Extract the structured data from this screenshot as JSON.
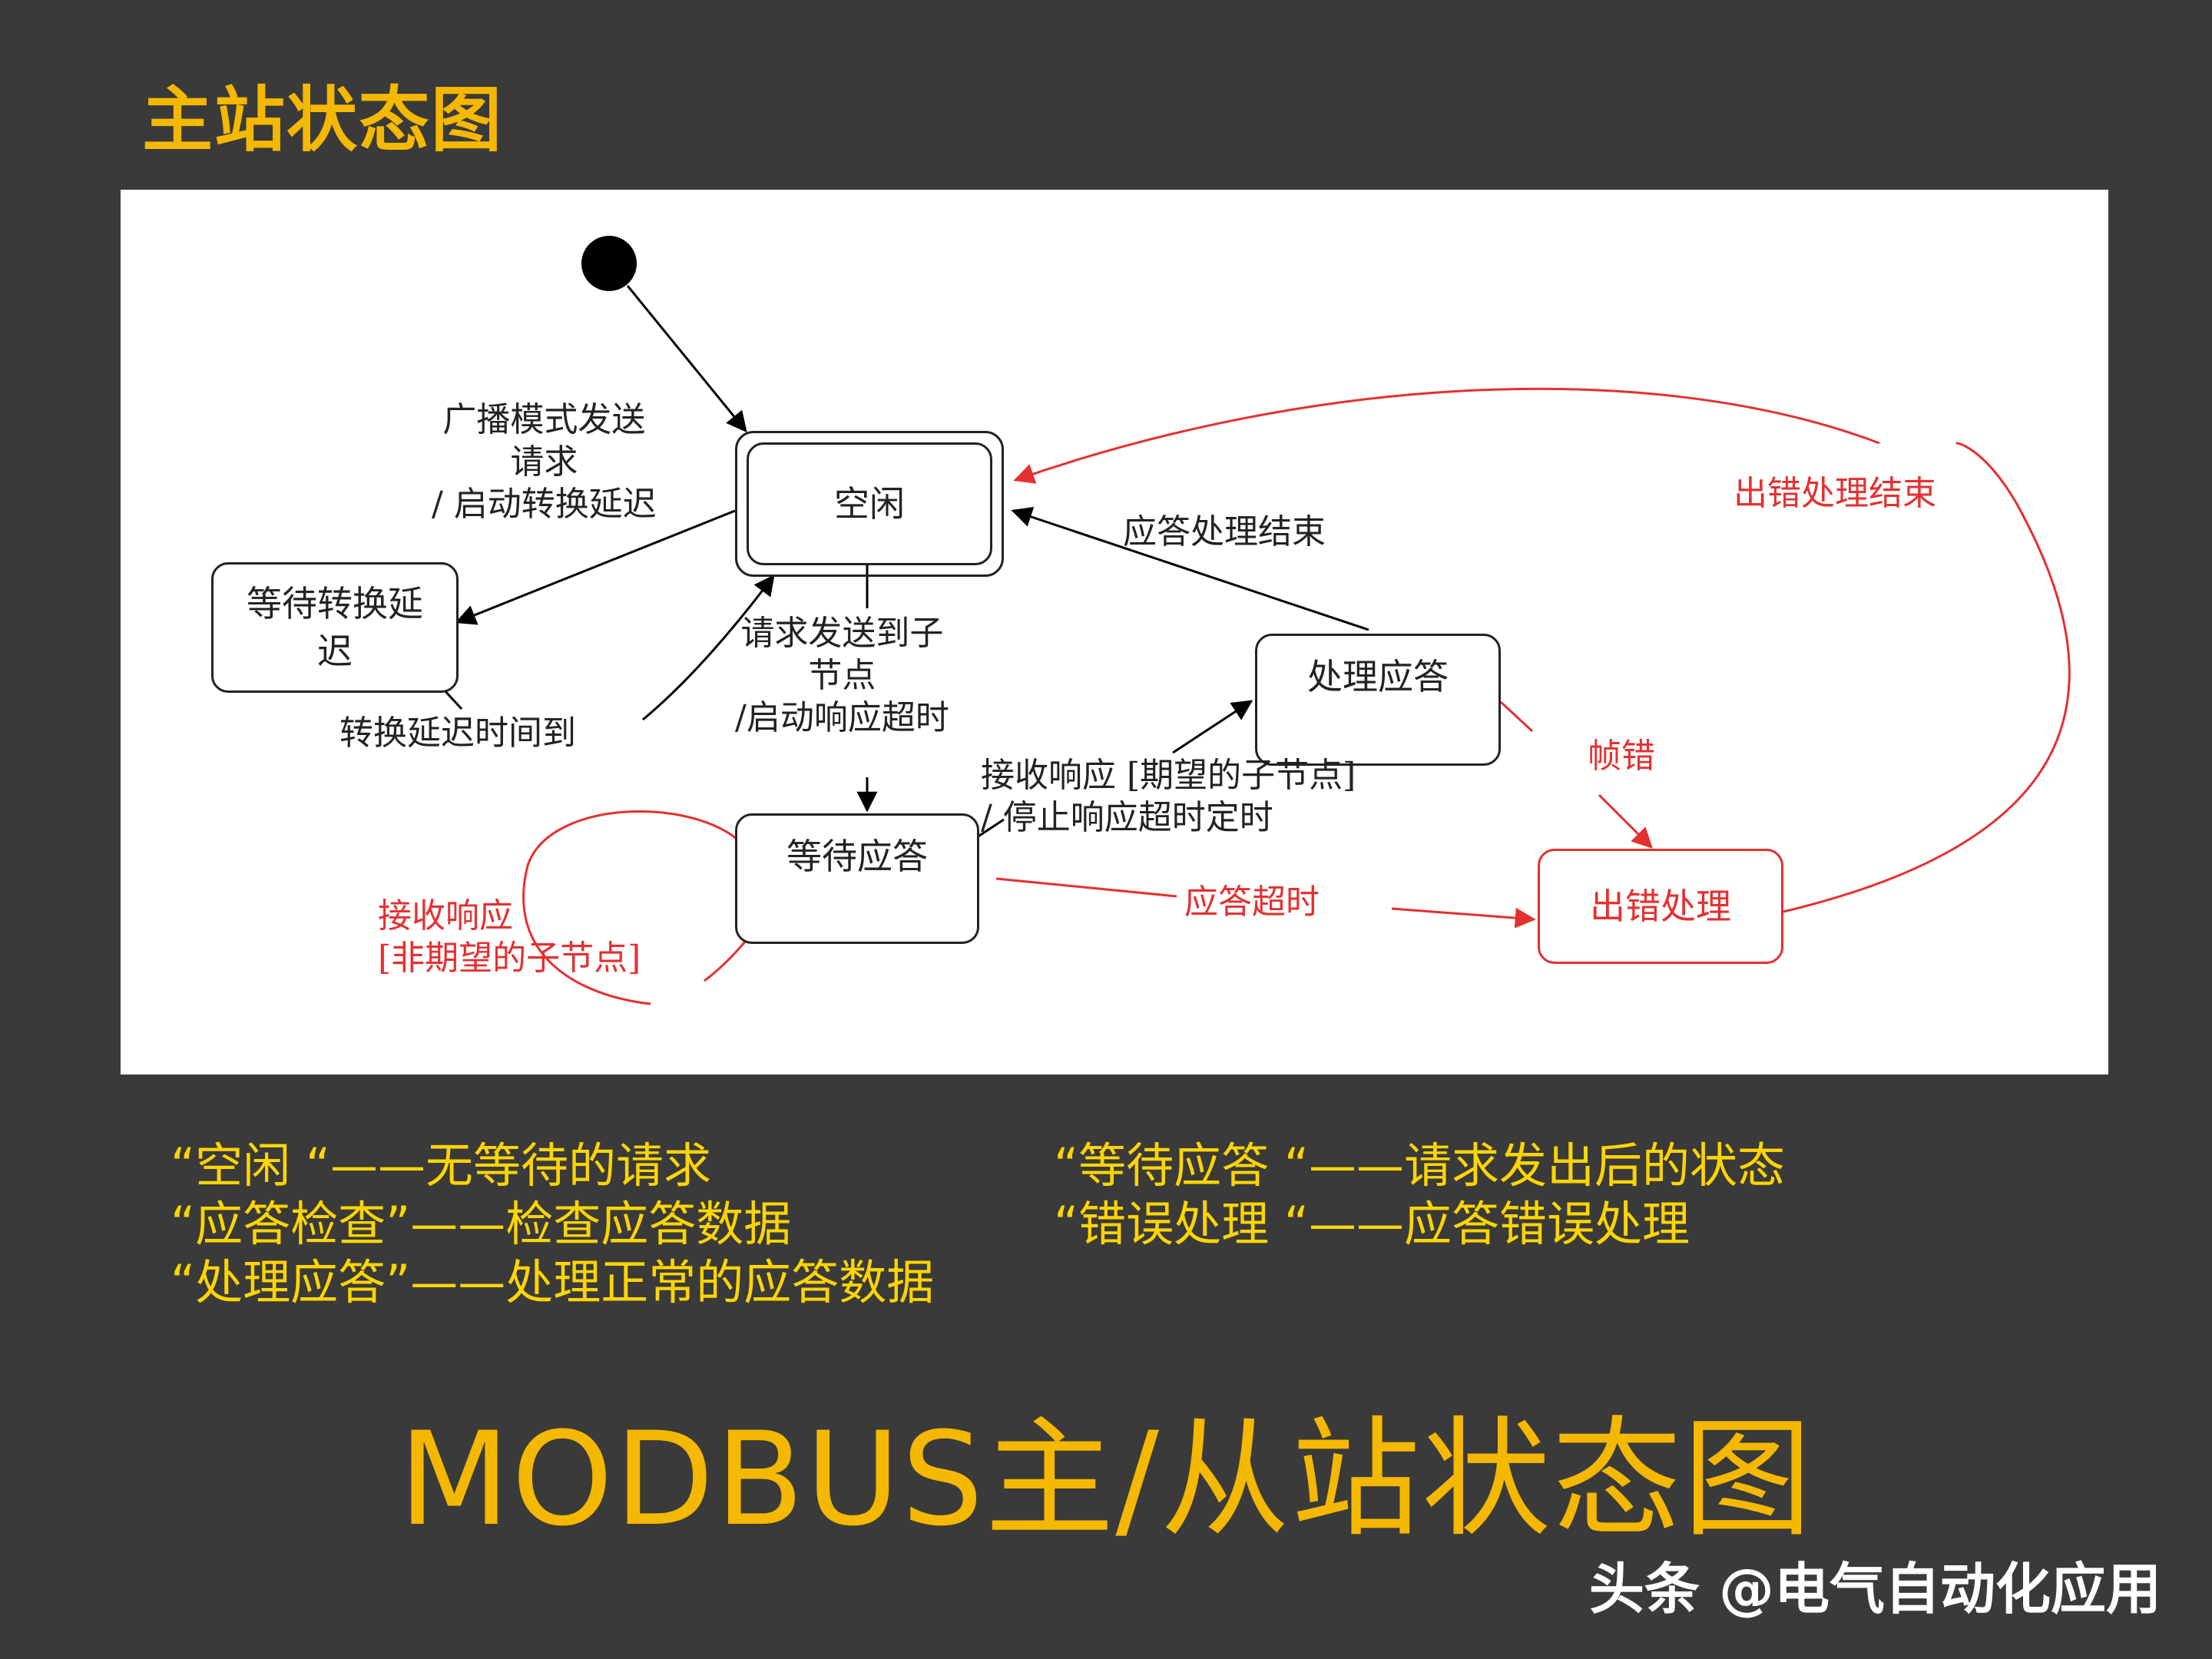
{
  "slide": {
    "title": "主站状态图",
    "big_title": "MODBUS主/从站状态图",
    "watermark": "头条 @电气自动化应用"
  },
  "diagram": {
    "states": {
      "idle": "空闲",
      "wait_delay": "等待转换延\n迟",
      "wait_reply": "等待应答",
      "process_reply": "处理应答",
      "error_handling": "出错处理"
    },
    "transitions": {
      "broadcast": "广播模式发送\n请求\n/ 启动转换延迟",
      "delay_expired": "转换延迟时间到",
      "unicast": "请求发送到子\n节点\n/启动响应超时",
      "reply_done": "应答处理结束",
      "expected_reply": "接收响应 [期望的子节点]\n/ 停止响应超时定时",
      "unexpected_reply": "接收响应\n[非期望的子节点]",
      "reply_timeout": "应答超时",
      "frame_error": "帧错",
      "error_done": "出错处理结束"
    },
    "colors": {
      "normal": "#222222",
      "error": "#e53030"
    }
  },
  "notes": {
    "left": [
      "“空闲  “——无等待的请求",
      "“应答检查”——检查应答数据",
      "“处理应答”——处理正常的应答数据"
    ],
    "right": [
      "“等待应答  “——请求发出后的状态",
      "“错误处理  “——应答错误处理"
    ]
  },
  "theme": {
    "background": "#3a3a3a",
    "accent": "#f5b800",
    "note_color": "#ffd500"
  }
}
